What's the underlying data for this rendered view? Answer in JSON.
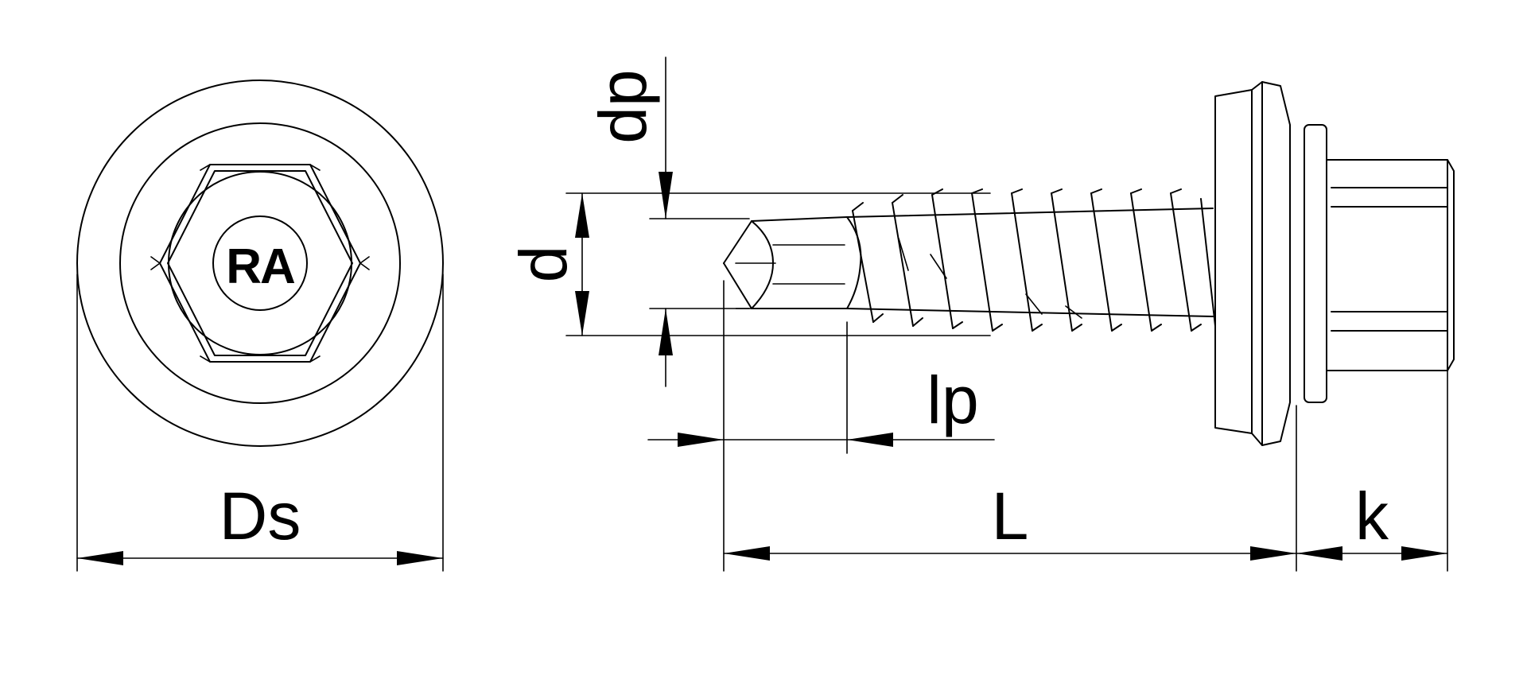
{
  "diagram": {
    "front_view": {
      "marking": "RA",
      "dimension_label": "Ds"
    },
    "side_view": {
      "labels": {
        "dp": "dp",
        "d": "d",
        "lp": "lp",
        "L": "L",
        "k": "k"
      }
    },
    "colors": {
      "line": "#000000",
      "background": "#ffffff"
    }
  }
}
